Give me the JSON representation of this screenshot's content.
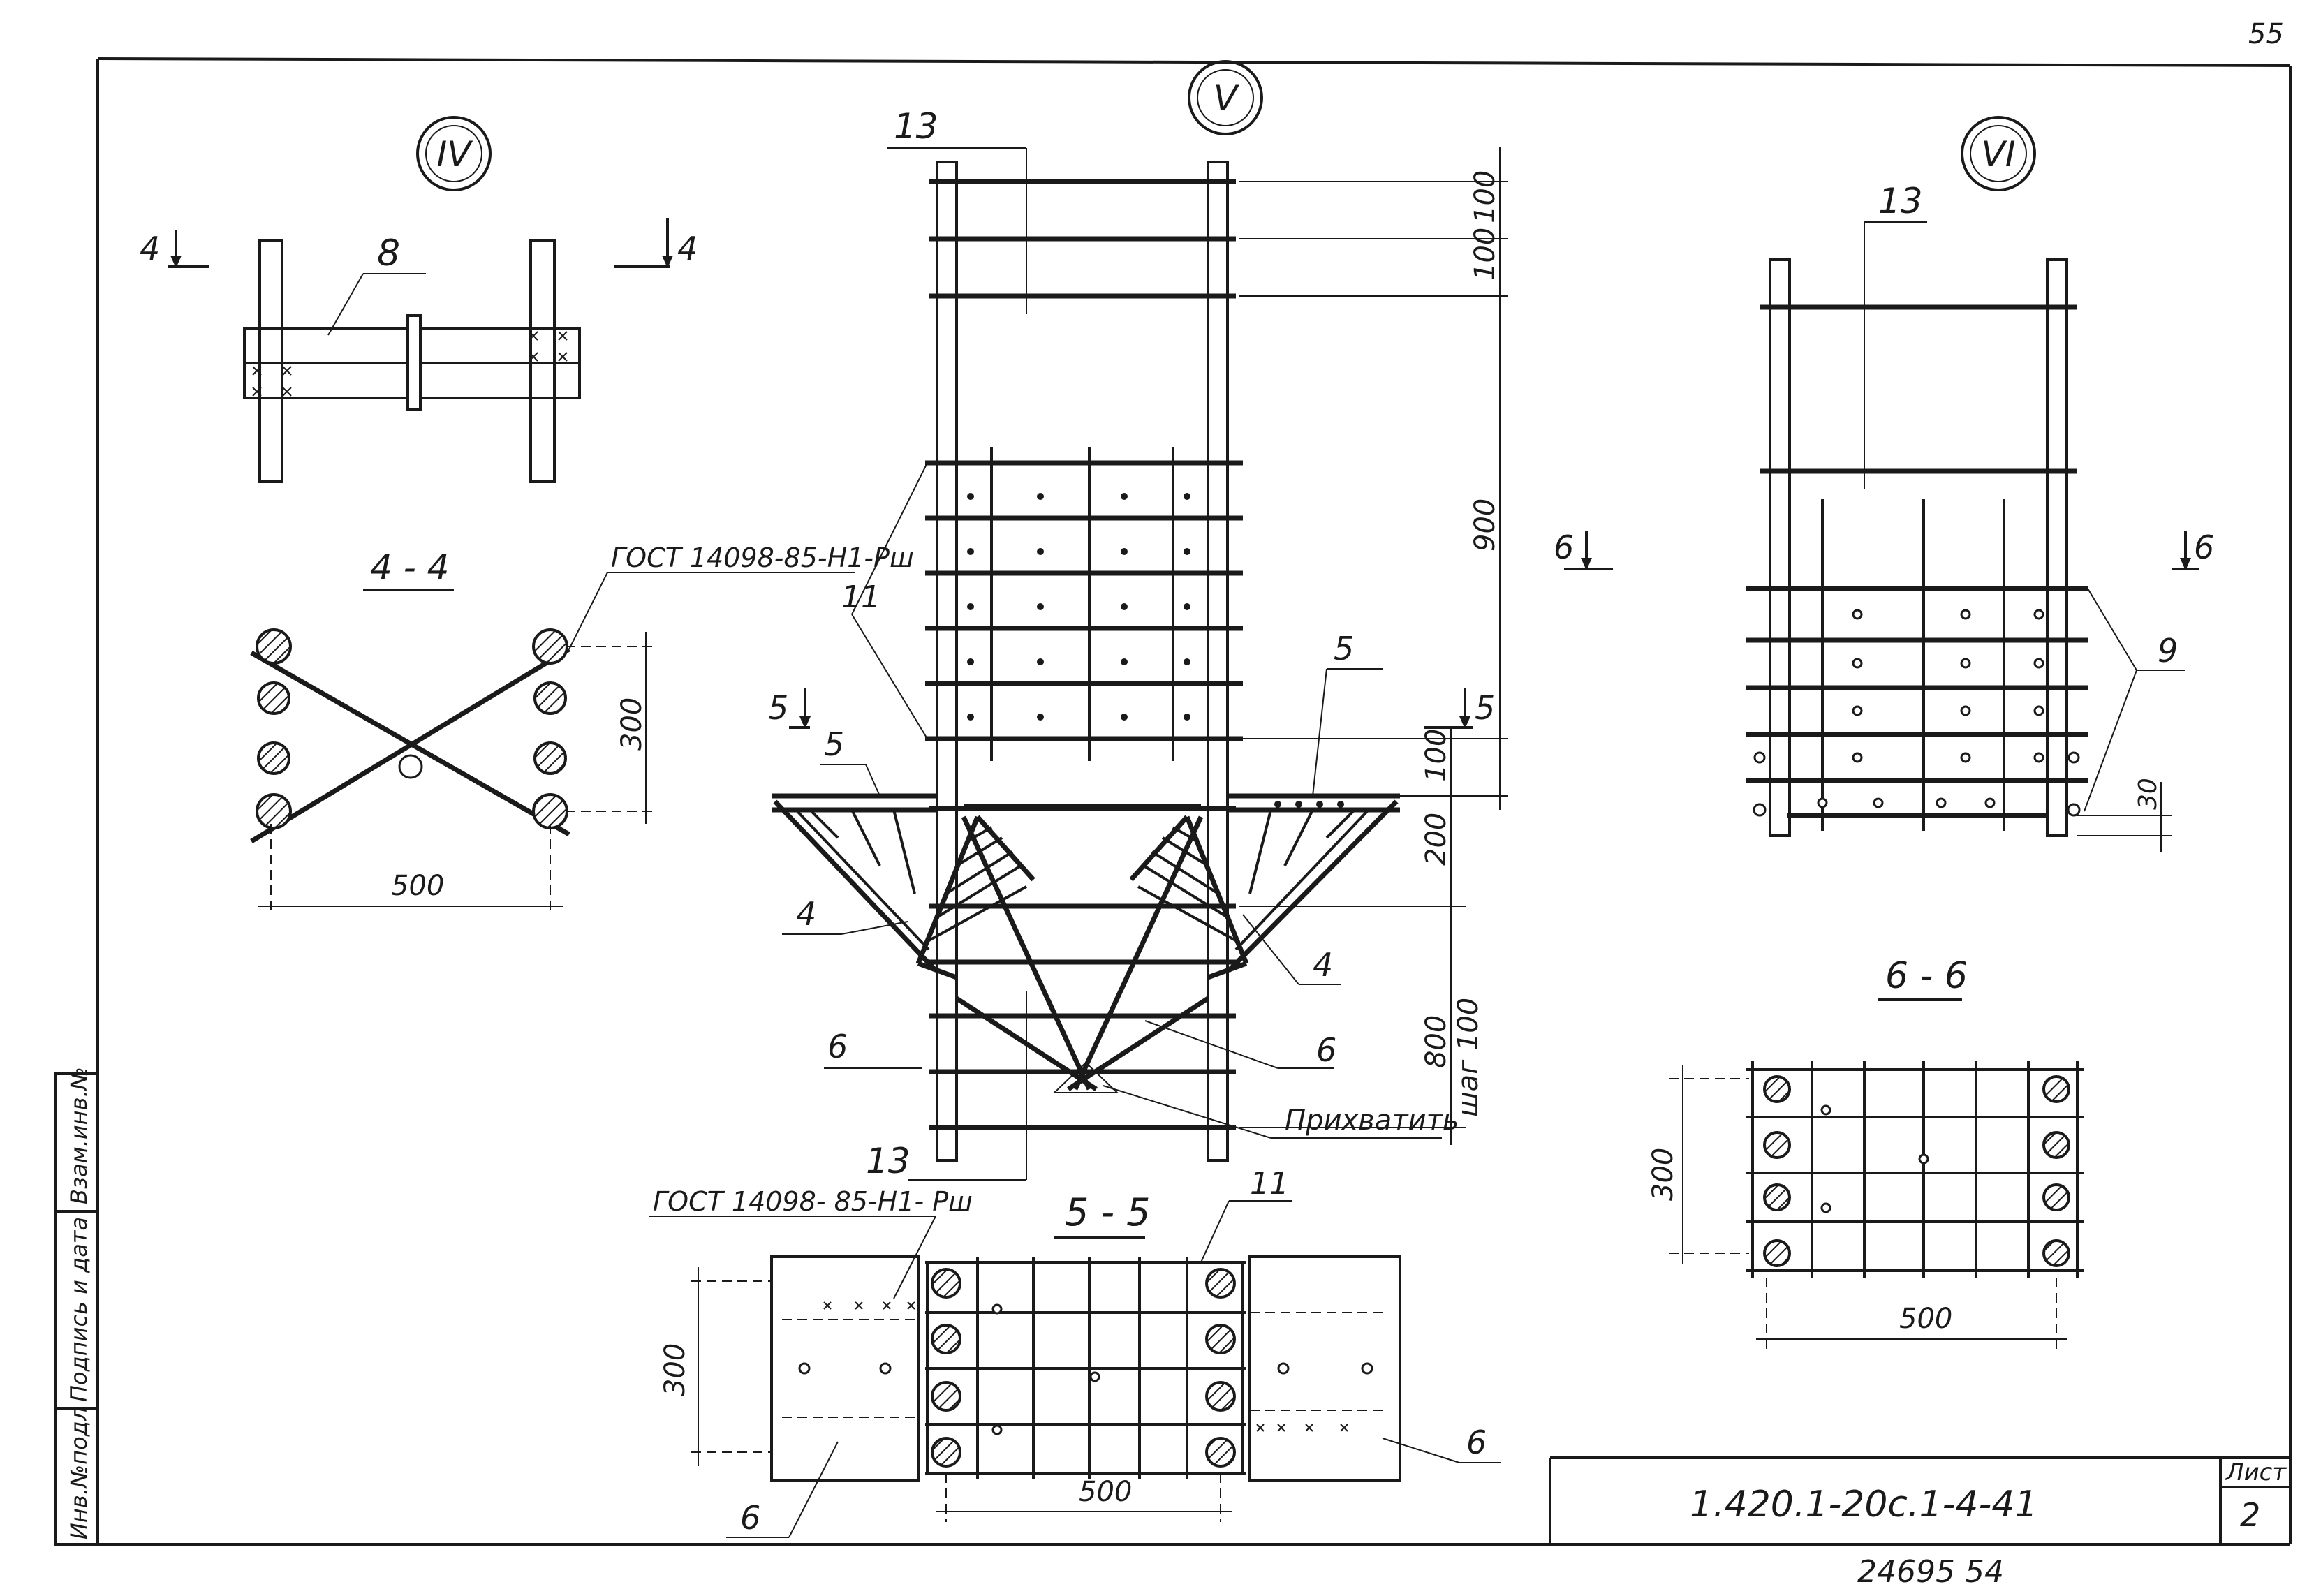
{
  "page_number": "55",
  "callouts": {
    "iv": "IV",
    "v": "V",
    "vi": "VI"
  },
  "sections": {
    "s44": "4 - 4",
    "s55": "5 - 5",
    "s66": "6 - 6"
  },
  "marks": {
    "m4a": "4",
    "m4b": "4",
    "m5a": "5",
    "m5b": "5",
    "m6a": "6",
    "m6b": "6"
  },
  "positions": {
    "p8": "8",
    "p13a": "13",
    "p13b": "13",
    "p13c": "13",
    "p11a": "11",
    "p11b": "11",
    "p5a": "5",
    "p5b": "5",
    "p4a": "4",
    "p4b": "4",
    "p6a": "6",
    "p6b": "6",
    "p6c": "6",
    "p6d": "6",
    "p9": "9"
  },
  "dimensions": {
    "d100a": "100",
    "d100b": "100",
    "d900": "900",
    "d100c": "100",
    "d200": "200",
    "d800": "800",
    "step": "шаг 100",
    "d300a": "300",
    "d500a": "500",
    "d30": "30",
    "d300b": "300",
    "d500b": "500",
    "d300c": "300",
    "d500c": "500"
  },
  "notes": {
    "gost1": "ГОСТ 14098-85-Н1-Рш",
    "gost2": "ГОСТ 14098- 85-Н1- Рш",
    "tack": "Прихватить"
  },
  "side_stamp": {
    "inv_orig": "Инв.№подл",
    "sign_date": "Подпись и дата",
    "inv_repl": "Взам.инв.№"
  },
  "title_block": {
    "doc_code": "1.420.1-20с.1-4-41",
    "sheet_label": "Лист",
    "sheet_number": "2"
  },
  "archive_number": "24695   54"
}
